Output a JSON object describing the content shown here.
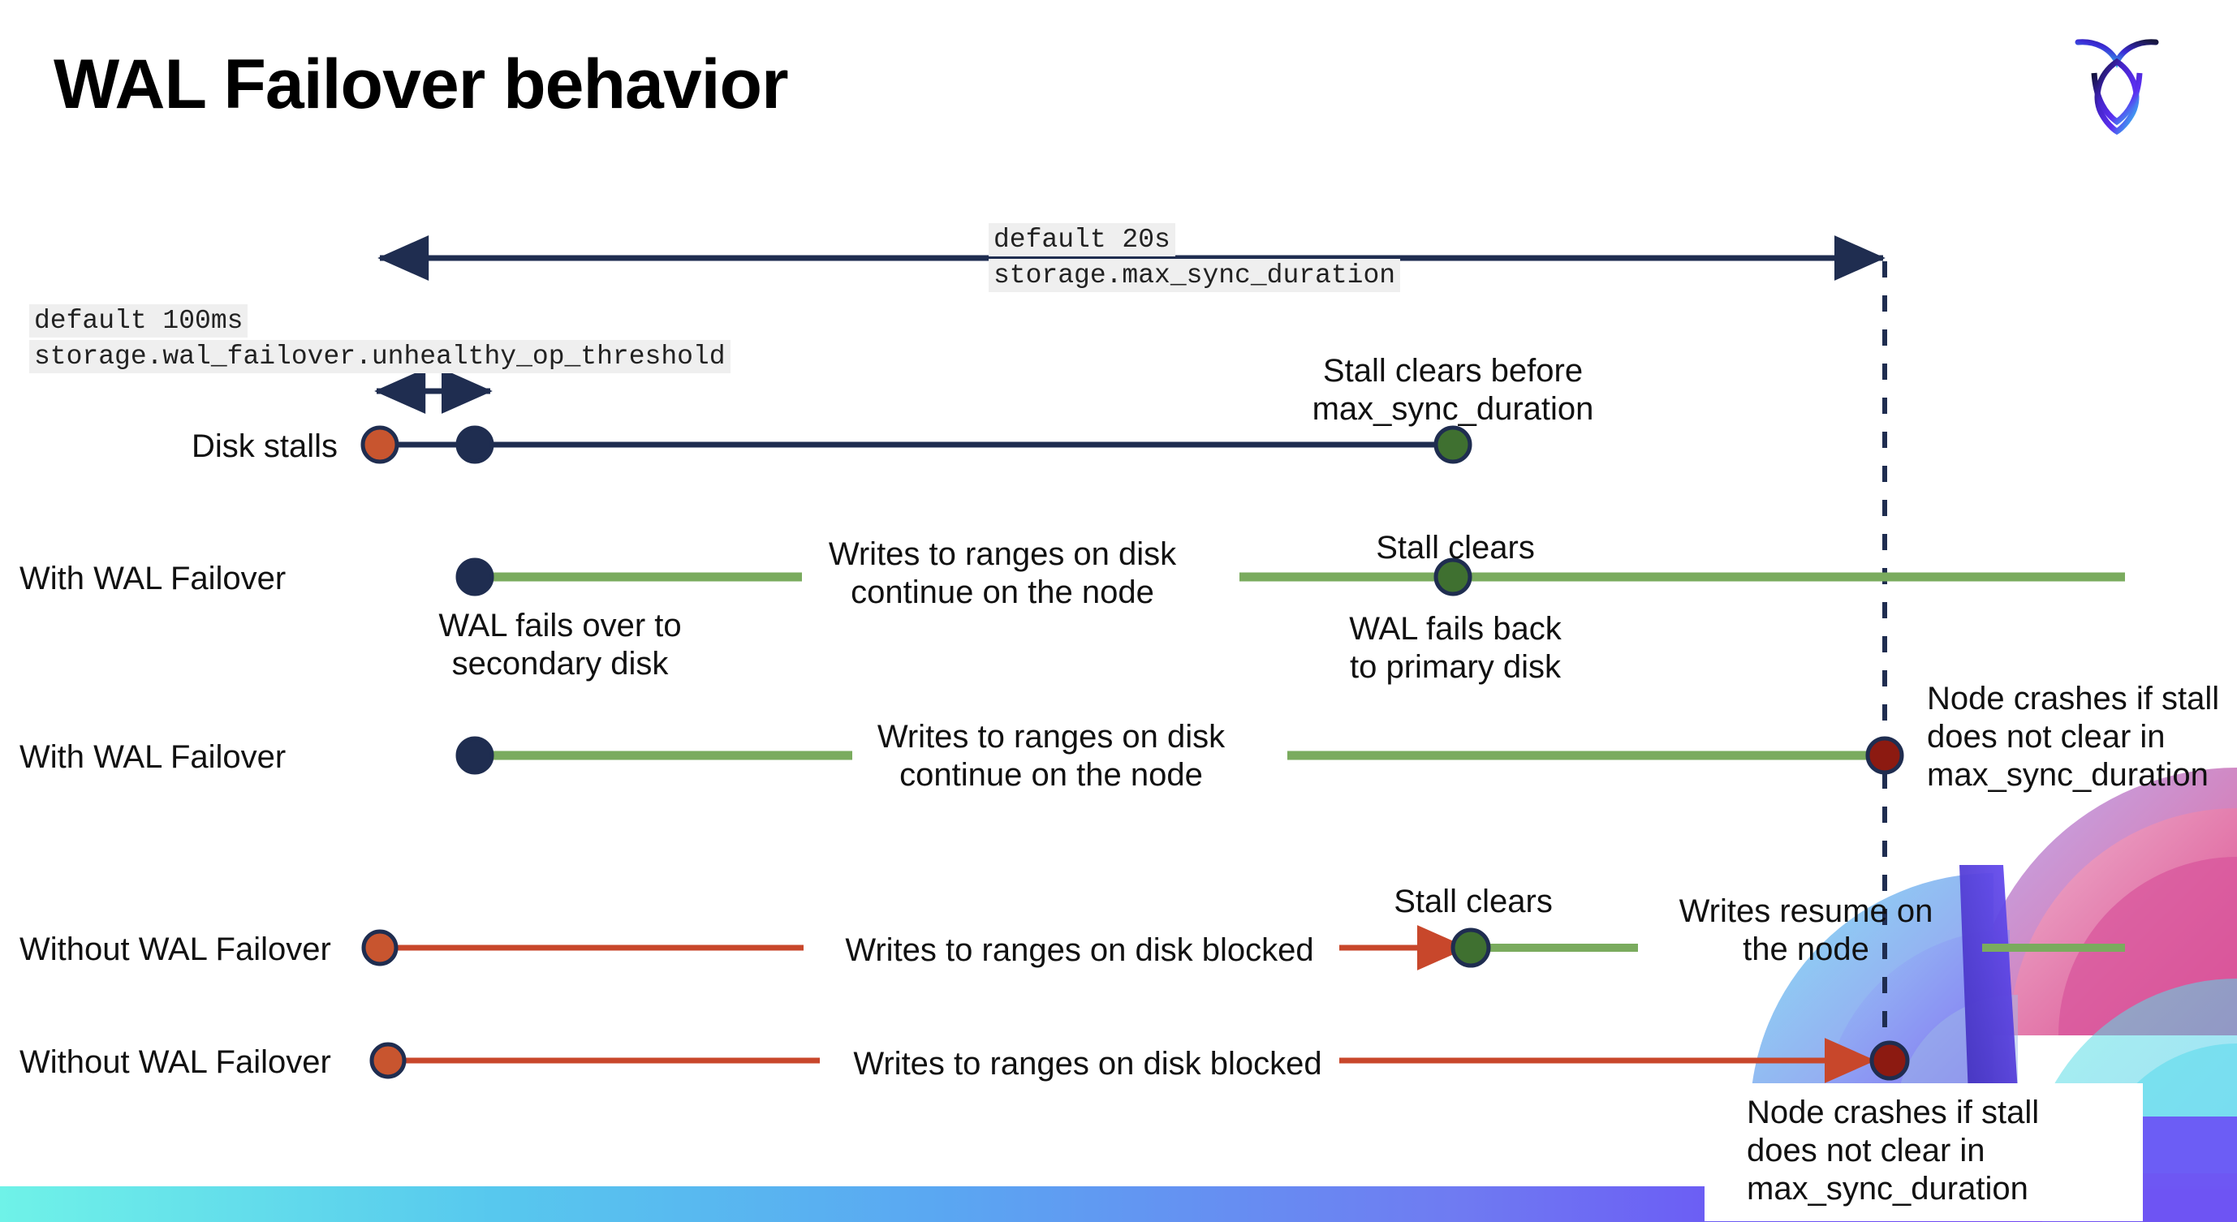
{
  "slide": {
    "title": "WAL Failover behavior",
    "logo_icon": "cockroach-labs-logo",
    "colors": {
      "navy": "#1f2d50",
      "green_line": "#7aab5e",
      "green_dot": "#3f7030",
      "red_line": "#c8472b",
      "red_dot_start": "#c8552f",
      "red_dot_crash": "#8c1a11",
      "code_bg": "#efefef",
      "gradient_start": "#6ff2e8",
      "gradient_end": "#7a3cf0"
    }
  },
  "annotations": {
    "max_sync": {
      "default": "default 20s",
      "setting": "storage.max_sync_duration"
    },
    "unhealthy_op": {
      "default": "default 100ms",
      "setting": "storage.wal_failover.unhealthy_op_threshold"
    }
  },
  "rows": [
    {
      "id": "disk-stalls",
      "label": "Disk stalls",
      "notes": [
        {
          "id": "stall-clears-before",
          "text": "Stall clears before\nmax_sync_duration"
        }
      ]
    },
    {
      "id": "with-wal-failover-1",
      "label": "With WAL Failover",
      "notes": [
        {
          "id": "writes-continue",
          "text": "Writes to ranges on disk\ncontinue on the node"
        },
        {
          "id": "wal-fails-over",
          "text": "WAL fails over to\nsecondary disk"
        },
        {
          "id": "stall-clears",
          "text": "Stall clears"
        },
        {
          "id": "wal-fails-back",
          "text": "WAL fails  back\nto primary disk"
        }
      ]
    },
    {
      "id": "with-wal-failover-2",
      "label": "With WAL Failover",
      "notes": [
        {
          "id": "writes-continue-2",
          "text": "Writes to ranges on disk\ncontinue on the node"
        },
        {
          "id": "node-crashes-1",
          "text": "Node crashes if stall\ndoes not clear in\nmax_sync_duration"
        }
      ]
    },
    {
      "id": "without-wal-failover-1",
      "label": "Without WAL Failover",
      "notes": [
        {
          "id": "writes-blocked-1",
          "text": "Writes to ranges on disk  blocked"
        },
        {
          "id": "stall-clears-2",
          "text": "Stall clears"
        },
        {
          "id": "writes-resume",
          "text": "Writes resume on\nthe node"
        }
      ]
    },
    {
      "id": "without-wal-failover-2",
      "label": "Without WAL Failover",
      "notes": [
        {
          "id": "writes-blocked-2",
          "text": "Writes to ranges on disk  blocked"
        },
        {
          "id": "node-crashes-2",
          "text": "Node crashes if stall\ndoes not clear in\nmax_sync_duration"
        }
      ]
    }
  ],
  "labels": {
    "disk_stalls": "Disk stalls",
    "with_wal_1": "With WAL Failover",
    "with_wal_2": "With WAL Failover",
    "without_wal_1": "Without WAL Failover",
    "without_wal_2": "Without WAL Failover",
    "stall_clears_before_l1": "Stall clears before",
    "stall_clears_before_l2": "max_sync_duration",
    "writes_continue_l1": "Writes to ranges on disk",
    "writes_continue_l2": "continue on the node",
    "wal_fails_over_l1": "WAL fails over to",
    "wal_fails_over_l2": "secondary disk",
    "stall_clears": "Stall clears",
    "wal_fails_back_l1": "WAL fails  back",
    "wal_fails_back_l2": "to primary disk",
    "writes_continue2_l1": "Writes to ranges on disk",
    "writes_continue2_l2": "continue on the node",
    "node_crashes_l1": "Node crashes if stall",
    "node_crashes_l2": "does not clear in",
    "node_crashes_l3": "max_sync_duration",
    "writes_blocked_1": "Writes to ranges on disk  blocked",
    "stall_clears_2": "Stall clears",
    "writes_resume_l1": "Writes resume on",
    "writes_resume_l2": "the node",
    "writes_blocked_2": "Writes to ranges on disk  blocked",
    "node_crashes2_l1": "Node crashes if stall",
    "node_crashes2_l2": "does not clear in",
    "node_crashes2_l3": "max_sync_duration"
  }
}
